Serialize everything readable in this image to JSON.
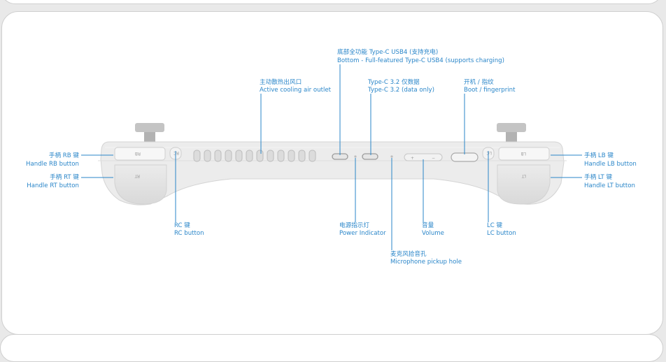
{
  "labels": {
    "rb": {
      "cn": "手柄 RB 键",
      "en": "Handle RB button"
    },
    "rt": {
      "cn": "手柄 RT 键",
      "en": "Handle RT button"
    },
    "rc": {
      "cn": "RC 键",
      "en": "RC button"
    },
    "air": {
      "cn": "主动散热出风口",
      "en": "Active cooling air outlet"
    },
    "usb4": {
      "cn": "底部全功能 Type-C USB4 (支持充电)",
      "en": "Bottom - Full-featured Type-C USB4 (supports charging)"
    },
    "typec32": {
      "cn": "Type-C 3.2 仅数据",
      "en": "Type-C 3.2 (data only)"
    },
    "power_led": {
      "cn": "电源指示灯",
      "en": "Power Indicator"
    },
    "mic": {
      "cn": "麦克风拾音孔",
      "en": "Microphone pickup hole"
    },
    "volume": {
      "cn": "音量",
      "en": "Volume"
    },
    "boot": {
      "cn": "开机 / 指纹",
      "en": "Boot / fingerprint"
    },
    "lc": {
      "cn": "LC 键",
      "en": "LC button"
    },
    "lb": {
      "cn": "手柄 LB 键",
      "en": "Handle LB button"
    },
    "lt": {
      "cn": "手柄 LT 键",
      "en": "Handle LT button"
    }
  },
  "device_marks": {
    "rb": "RB",
    "rt": "RT",
    "rc": "RC",
    "lb": "LB",
    "lt": "LT",
    "lc": "LC",
    "vol_plus": "+",
    "vol_minus": "−"
  },
  "colors": {
    "accent": "#2a86c9",
    "body": "#ececec",
    "body_dark": "#d6d6d6",
    "stick": "#bdbdbd"
  }
}
